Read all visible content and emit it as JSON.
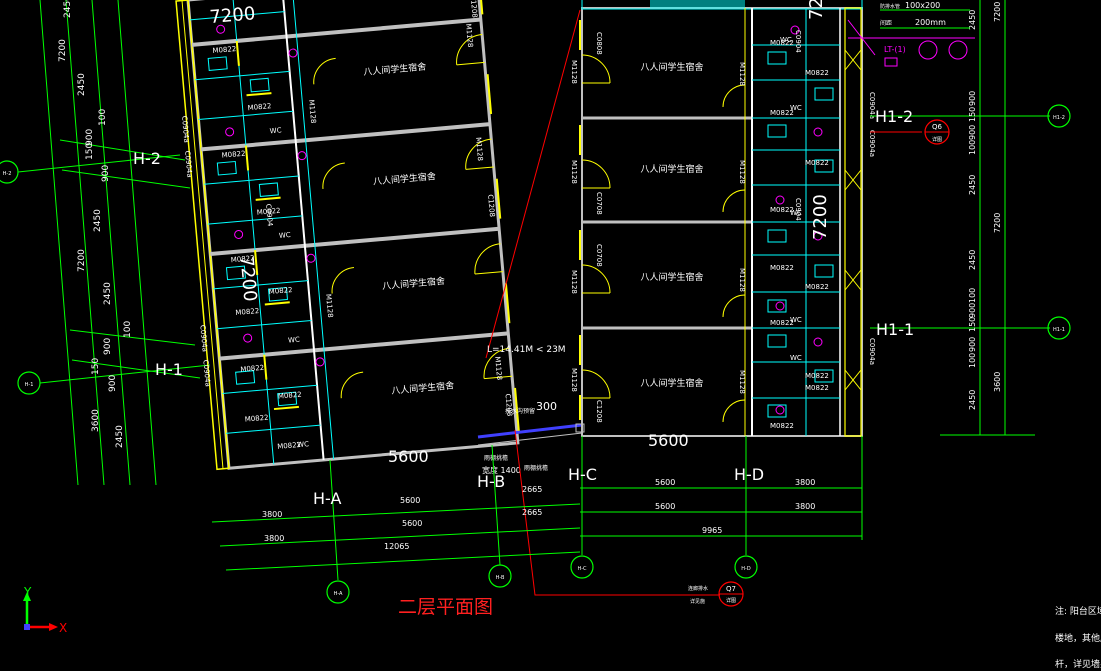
{
  "drawing": {
    "title": "二层平面图",
    "colors": {
      "background": "#000000",
      "axis_green": "#00ff00",
      "wall_gray": "#c0c0c0",
      "wall_white": "#ffffff",
      "door_yellow": "#ffff00",
      "fixture_cyan": "#00ffff",
      "pipe_magenta": "#ff00ff",
      "accent_red": "#ff0000",
      "title_red": "#ff2020",
      "dim_blue": "#4040ff"
    },
    "grid_axes": {
      "left_block": [
        "H-2",
        "H-1"
      ],
      "right_block": [
        "H1-2",
        "H1-1"
      ],
      "bottom": [
        "H-A",
        "H-B",
        "H-C",
        "H-D"
      ],
      "bubbles_small": [
        "H-2",
        "H-1",
        "H-A",
        "H-B",
        "H-C",
        "H-D",
        "H1-2",
        "H1-1"
      ]
    },
    "rooms": {
      "left": [
        "八人间学生宿舍",
        "八人间学生宿舍",
        "八人间学生宿舍",
        "八人间学生宿舍"
      ],
      "right": [
        "八人间学生宿舍",
        "八人间学生宿舍",
        "八人间学生宿舍",
        "八人间学生宿舍"
      ]
    },
    "door_tags": {
      "left_inner": [
        "M0822",
        "M0822",
        "M0822",
        "M0822",
        "M0822",
        "M0822",
        "M0822",
        "M0822",
        "M0822",
        "M0822",
        "M0822"
      ],
      "left_outer": [
        "M1128",
        "M1128",
        "M1128",
        "M1128",
        "M1128"
      ],
      "left_windows": [
        "C1208",
        "C1208",
        "C1208",
        "C1208"
      ],
      "left_vert": [
        "C0904a",
        "C0904a",
        "C0904a",
        "C0904a",
        "C0904"
      ],
      "right_inner": [
        "M0822",
        "M0822",
        "M0822",
        "M0822",
        "M0822",
        "M0822",
        "M0822",
        "M0822",
        "M0822",
        "M0822",
        "M0822"
      ],
      "right_outer": [
        "M1128",
        "M1128",
        "M1128",
        "M1128"
      ],
      "right_windows": [
        "C0808",
        "C0708",
        "C0708",
        "C1208"
      ],
      "right_doors": [
        "M1128",
        "M1128",
        "M1128",
        "M1128"
      ],
      "right_vert": [
        "C0904",
        "C0904a",
        "C0904a",
        "C0904a",
        "C0904"
      ],
      "wc": "WC"
    },
    "dimensions": {
      "left_outer": [
        "2450",
        "7200",
        "2450",
        "100",
        "900",
        "150",
        "900",
        "2450",
        "7200",
        "2450",
        "100",
        "900",
        "150",
        "900",
        "3600",
        "2450"
      ],
      "left_inner_big": [
        "7200",
        "7200"
      ],
      "right_outer": [
        "2450",
        "7200",
        "900",
        "150",
        "900",
        "100",
        "2450",
        "7200",
        "2450",
        "100",
        "900",
        "150",
        "900",
        "100",
        "2450",
        "3600"
      ],
      "right_inner_big": [
        "7200",
        "7200",
        "7200"
      ],
      "bottom_left_big": "5600",
      "bottom_right_big": "5600",
      "row1": [
        "3800",
        "5600",
        "2665"
      ],
      "row2": [
        "3800",
        "5600",
        "2665"
      ],
      "row3": [
        "12065"
      ],
      "row1_right": [
        "5600",
        "3800"
      ],
      "row2_right": [
        "5600",
        "3800"
      ],
      "row3_right": [
        "9965"
      ],
      "gap": "300",
      "width_1400": "宽度 1400",
      "length_note": "L=14.41M  < 23M"
    },
    "annotations": {
      "top_right_1": "100x200",
      "top_right_2": "200mm",
      "top_right_3": "防排水管",
      "top_right_4": "间距",
      "lt_label": "LT-(1)",
      "q6": "Q6",
      "q7": "Q7",
      "q_sub": "详图",
      "note_left_1": "排水沟预留",
      "note_left_2": "雨棚挑檐",
      "note_left_3": "雨棚挑檐",
      "note_bottom_1": "连廊排水",
      "note_bottom_2": "详见施",
      "sheet_note_1": "注: 阳台区域空",
      "sheet_note_2": "楼地，其他层平",
      "sheet_note_3": "杆，详见墙身大"
    },
    "ucs": {
      "x": "X",
      "y": "Y"
    }
  }
}
